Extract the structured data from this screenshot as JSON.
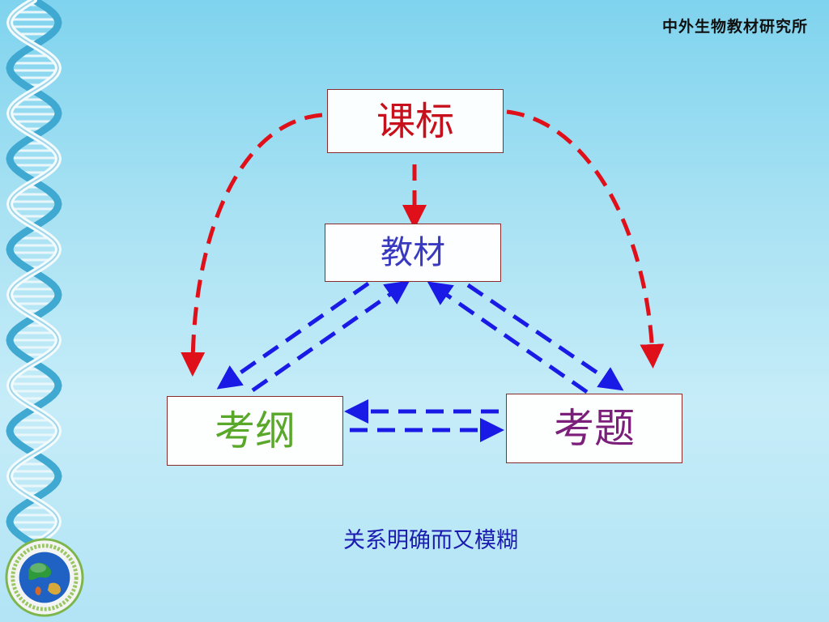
{
  "header": {
    "title": "中外生物教材研究所"
  },
  "nodes": {
    "kebiao": "课标",
    "jiaocai": "教材",
    "kaogang": "考纲",
    "kaoti": "考题"
  },
  "caption": "关系明确而又模糊",
  "colors": {
    "red_arrow": "#e0101a",
    "blue_arrow": "#1a1ae6",
    "background": "#a9e2f3"
  },
  "icons": {
    "decoration_left": "dna-helix-icon",
    "logo": "globe-icon"
  }
}
